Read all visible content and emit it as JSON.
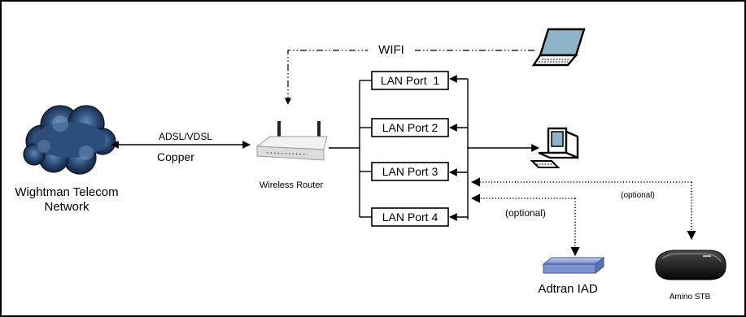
{
  "network": {
    "label_line1": "Wightman Telecom",
    "label_line2": "Network"
  },
  "link": {
    "top_label": "ADSL/VDSL",
    "bottom_label": "Copper"
  },
  "router": {
    "label": "Wireless Router"
  },
  "wifi": {
    "label": "WIFI"
  },
  "ports": [
    {
      "label": "LAN Port  1"
    },
    {
      "label": "LAN Port 2"
    },
    {
      "label": "LAN Port 3"
    },
    {
      "label": "LAN Port 4"
    }
  ],
  "optional_port4": {
    "label": "(optional)"
  },
  "optional_port3": {
    "label": "(optional)"
  },
  "adtran": {
    "label": "Adtran IAD"
  },
  "amino": {
    "label": "Amino STB"
  },
  "colors": {
    "cloud_dark": "#0d1e34",
    "cloud_light": "#5f86b4",
    "adtran_blue": "#6b82c6"
  },
  "icons": [
    "cloud-icon",
    "wireless-router-icon",
    "laptop-icon",
    "desktop-computer-icon",
    "adtran-iad-icon",
    "amino-stb-icon"
  ]
}
